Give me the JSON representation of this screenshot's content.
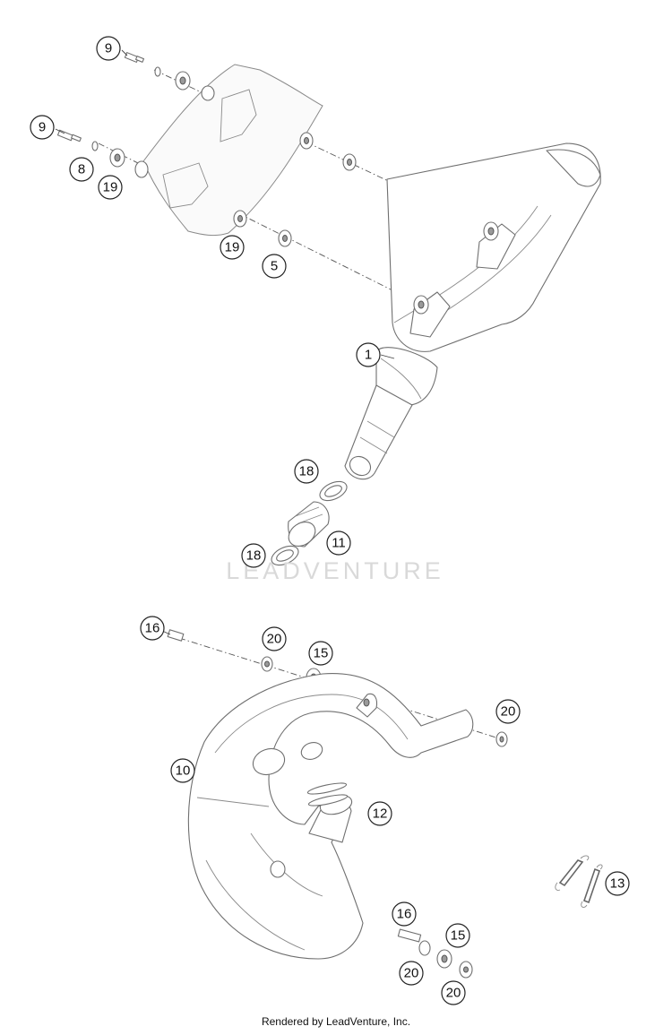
{
  "diagram": {
    "watermark": "LEADVENTURE",
    "footer": "Rendered by LeadVenture, Inc.",
    "callouts": [
      {
        "id": "c-9a",
        "number": "9"
      },
      {
        "id": "c-9b",
        "number": "9"
      },
      {
        "id": "c-8",
        "number": "8"
      },
      {
        "id": "c-19a",
        "number": "19"
      },
      {
        "id": "c-19b",
        "number": "19"
      },
      {
        "id": "c-5",
        "number": "5"
      },
      {
        "id": "c-1",
        "number": "1"
      },
      {
        "id": "c-18a",
        "number": "18"
      },
      {
        "id": "c-11",
        "number": "11"
      },
      {
        "id": "c-18b",
        "number": "18"
      },
      {
        "id": "c-16a",
        "number": "16"
      },
      {
        "id": "c-20a",
        "number": "20"
      },
      {
        "id": "c-15a",
        "number": "15"
      },
      {
        "id": "c-20b",
        "number": "20"
      },
      {
        "id": "c-10",
        "number": "10"
      },
      {
        "id": "c-12",
        "number": "12"
      },
      {
        "id": "c-13",
        "number": "13"
      },
      {
        "id": "c-16b",
        "number": "16"
      },
      {
        "id": "c-15b",
        "number": "15"
      },
      {
        "id": "c-20c",
        "number": "20"
      },
      {
        "id": "c-20d",
        "number": "20"
      }
    ]
  }
}
